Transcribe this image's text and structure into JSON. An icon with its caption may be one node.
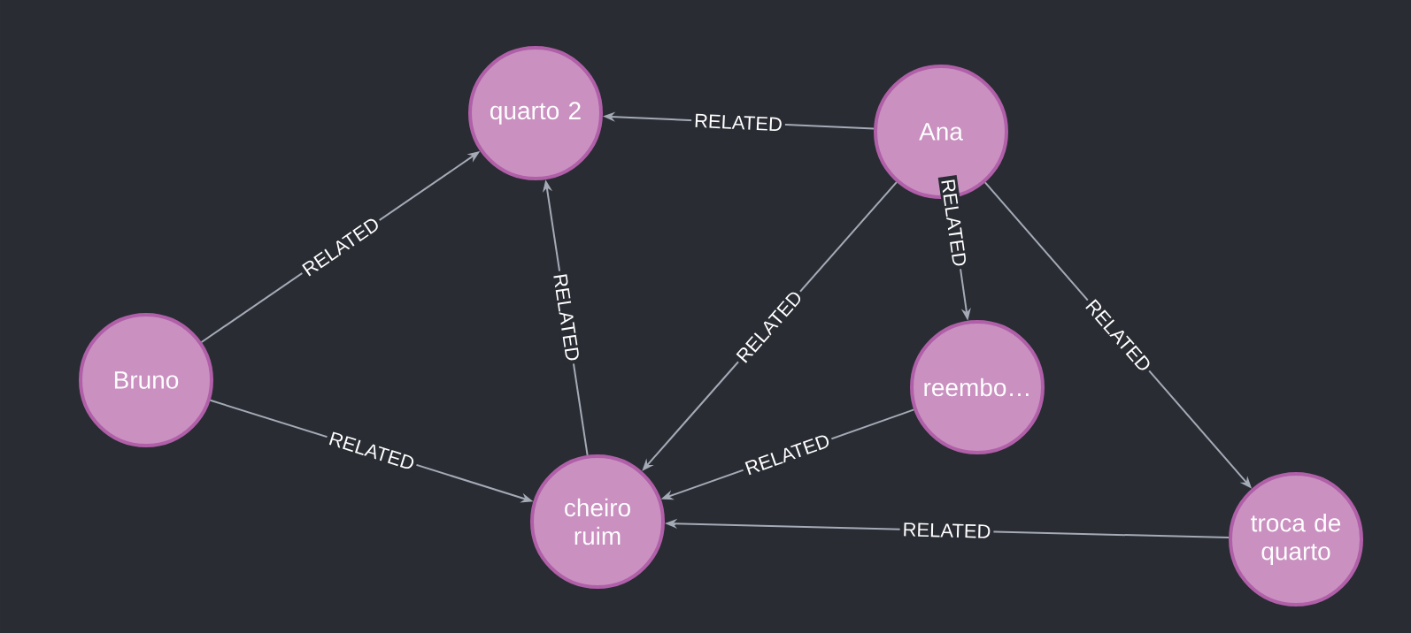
{
  "diagram": {
    "nodes": [
      {
        "text": [
          "quarto 2"
        ]
      },
      {
        "text": [
          "Ana"
        ]
      },
      {
        "text": [
          "Bruno"
        ]
      },
      {
        "text": [
          "reembo…"
        ]
      },
      {
        "text": [
          "cheiro ruim"
        ]
      },
      {
        "text": [
          "troca de quarto"
        ]
      }
    ],
    "edges": [
      {
        "from": 1,
        "to": 0,
        "arrow": "to",
        "label": "RELATED"
      },
      {
        "from": 2,
        "to": 0,
        "arrow": "to",
        "label": "RELATED"
      },
      {
        "from": 4,
        "to": 0,
        "arrow": "to",
        "label": "RELATED"
      },
      {
        "from": 1,
        "to": 4,
        "arrow": "to",
        "label": "RELATED"
      },
      {
        "from": 1,
        "to": 3,
        "arrow": "to",
        "label": "RELATED"
      },
      {
        "from": 1,
        "to": 5,
        "arrow": "to",
        "label": "RELATED"
      },
      {
        "from": 2,
        "to": 4,
        "arrow": "to",
        "label": "RELATED"
      },
      {
        "from": 3,
        "to": 4,
        "arrow": "to",
        "label": "RELATED"
      },
      {
        "from": 5,
        "to": 4,
        "arrow": "to",
        "label": "RELATED"
      }
    ]
  }
}
